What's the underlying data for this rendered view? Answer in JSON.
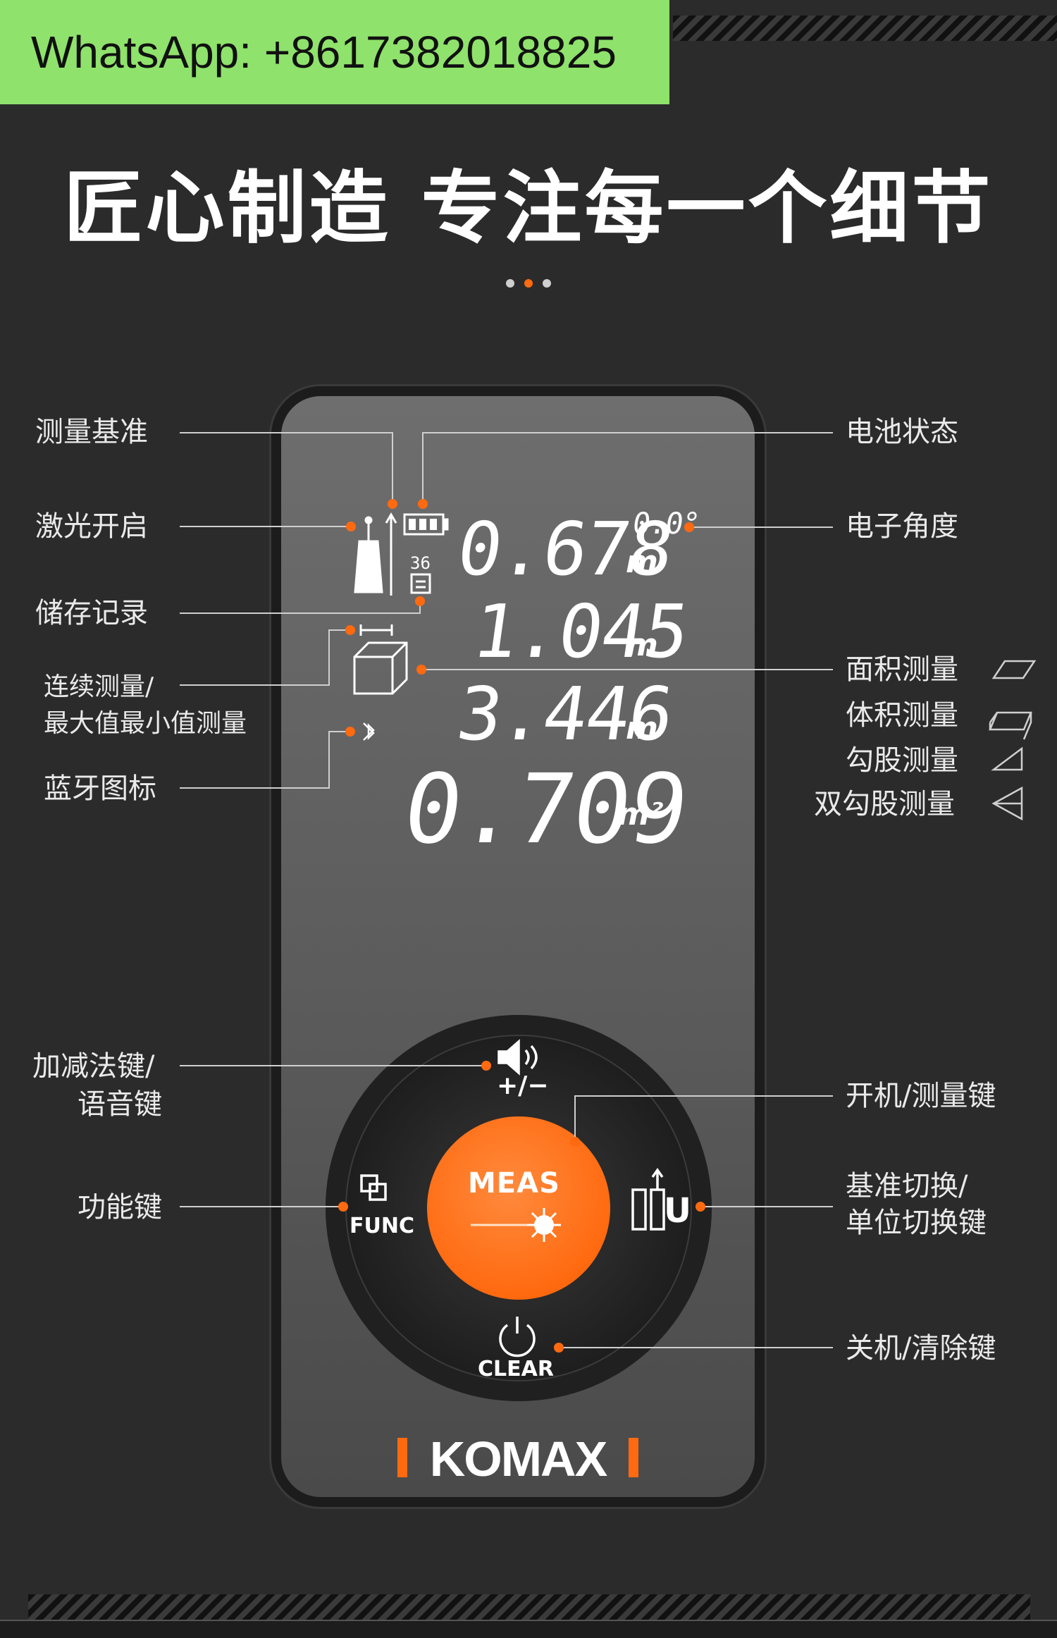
{
  "watermark": "WhatsApp: +8617382018825",
  "headline": "匠心制造 专注每一个细节",
  "carousel": {
    "count": 3,
    "active": 1,
    "active_color": "#ff6a10",
    "inactive_color": "#cfcfcf"
  },
  "accent_color": "#ff6a10",
  "display": {
    "angle_value": "0.0°",
    "memory_index": "36",
    "rows": [
      {
        "value": "0.678",
        "unit": "m"
      },
      {
        "value": "1.045",
        "unit": "m"
      },
      {
        "value": "3.446",
        "unit": "m"
      },
      {
        "value": "0.709",
        "unit": "m²"
      }
    ]
  },
  "labels_left": {
    "reference": "测量基准",
    "laser_on": "激光开启",
    "memory": "储存记录",
    "continuous": "连续测量/",
    "maxmin": "最大值最小值测量",
    "bluetooth": "蓝牙图标",
    "plus_minus": "加减法键/",
    "voice": "语音键",
    "func_key": "功能键"
  },
  "labels_right": {
    "battery": "电池状态",
    "angle": "电子角度",
    "area": "面积测量",
    "volume": "体积测量",
    "pythagoras": "勾股测量",
    "double_pythagoras": "双勾股测量",
    "power_measure": "开机/测量键",
    "reference_switch": "基准切换/",
    "unit_switch": "单位切换键",
    "off_clear": "关机/清除键"
  },
  "buttons": {
    "meas": "MEAS",
    "func": "FUNC",
    "plus_minus": "+/−",
    "clear": "CLEAR",
    "unit": "U"
  },
  "brand": "KOMAX",
  "icons": [
    "battery-icon",
    "device-icon",
    "memory-icon",
    "range-icon",
    "cube-icon",
    "bluetooth-icon",
    "area-icon",
    "volume-icon",
    "triangle-icon",
    "double-triangle-icon",
    "speaker-icon",
    "func-icon",
    "power-icon",
    "laser-icon",
    "reference-unit-icon"
  ]
}
